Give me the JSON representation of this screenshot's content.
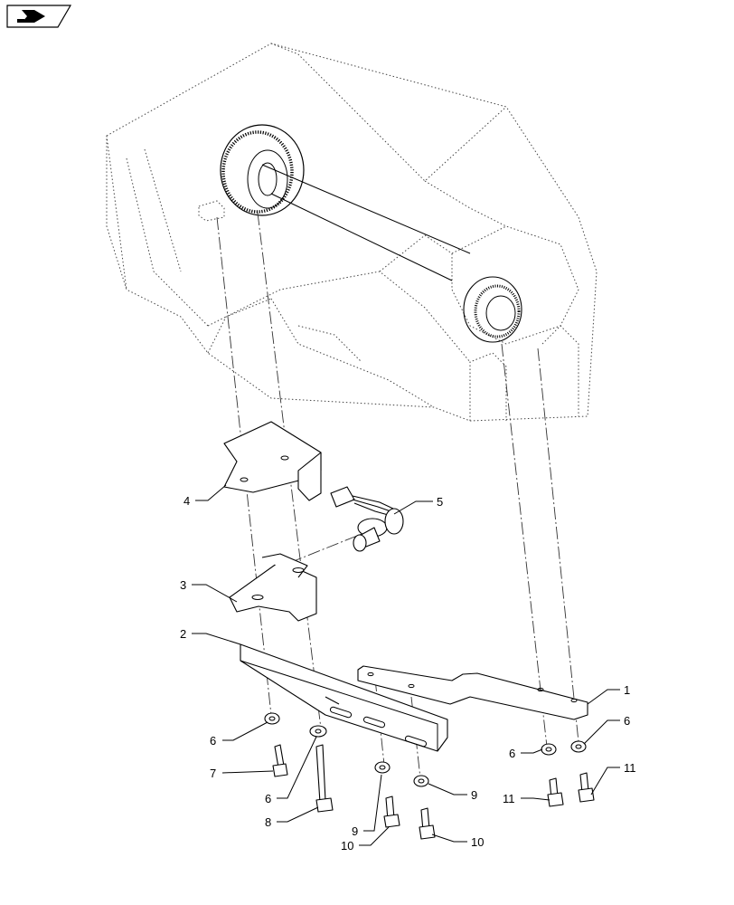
{
  "header": {
    "icon": "next-page-arrow-icon"
  },
  "callouts": [
    {
      "id": "c1",
      "label": "1"
    },
    {
      "id": "c2",
      "label": "2"
    },
    {
      "id": "c3",
      "label": "3"
    },
    {
      "id": "c4",
      "label": "4"
    },
    {
      "id": "c5",
      "label": "5"
    },
    {
      "id": "c6a",
      "label": "6"
    },
    {
      "id": "c6b",
      "label": "6"
    },
    {
      "id": "c6c",
      "label": "6"
    },
    {
      "id": "c6d",
      "label": "6"
    },
    {
      "id": "c7",
      "label": "7"
    },
    {
      "id": "c8",
      "label": "8"
    },
    {
      "id": "c9a",
      "label": "9"
    },
    {
      "id": "c9b",
      "label": "9"
    },
    {
      "id": "c10a",
      "label": "10"
    },
    {
      "id": "c10b",
      "label": "10"
    },
    {
      "id": "c11a",
      "label": "11"
    },
    {
      "id": "c11b",
      "label": "11"
    }
  ]
}
